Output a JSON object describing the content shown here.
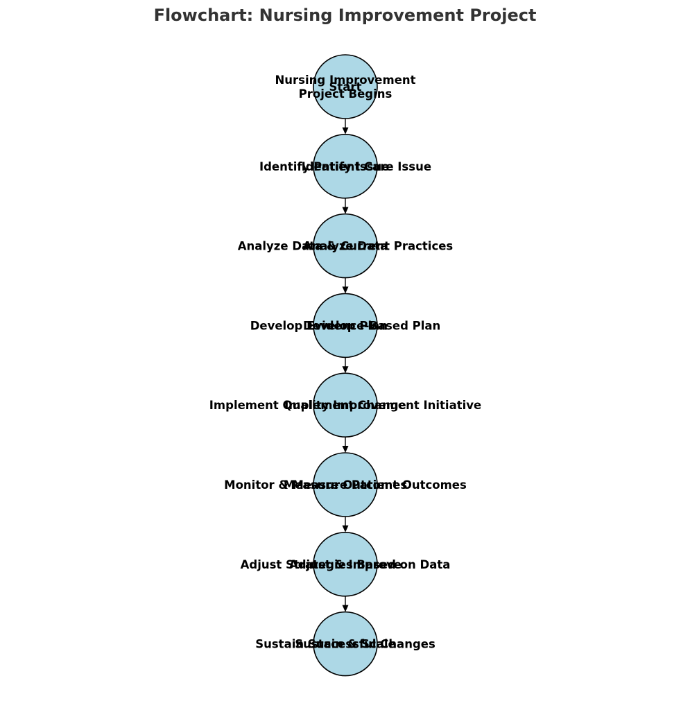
{
  "title": "Flowchart: Nursing Improvement Project",
  "colors": {
    "node_fill": "#add8e6",
    "node_stroke": "#000000",
    "text": "#000000",
    "title": "#333333"
  },
  "nodes": [
    {
      "id": "start",
      "labels": [
        "Start",
        "Nursing Improvement\nProject Begins"
      ]
    },
    {
      "id": "identify",
      "labels": [
        "Identify Issue",
        "Identify Patient Care Issue"
      ]
    },
    {
      "id": "analyze",
      "labels": [
        "Analyze Data",
        "Analyze Data & Current Practices"
      ]
    },
    {
      "id": "develop",
      "labels": [
        "Develop Plan",
        "Develop Evidence-Based Plan"
      ]
    },
    {
      "id": "implement",
      "labels": [
        "Implement Change",
        "Implement Quality Improvement Initiative"
      ]
    },
    {
      "id": "monitor",
      "labels": [
        "Measure Outcomes",
        "Monitor & Measure Patient Outcomes"
      ]
    },
    {
      "id": "adjust",
      "labels": [
        "Adjust & Improve",
        "Adjust Strategies Based on Data"
      ]
    },
    {
      "id": "sustain",
      "labels": [
        "Sustain & Scale",
        "Sustain Successful Changes"
      ]
    }
  ],
  "edges": [
    [
      "start",
      "identify"
    ],
    [
      "identify",
      "analyze"
    ],
    [
      "analyze",
      "develop"
    ],
    [
      "develop",
      "implement"
    ],
    [
      "implement",
      "monitor"
    ],
    [
      "monitor",
      "adjust"
    ],
    [
      "adjust",
      "sustain"
    ]
  ]
}
